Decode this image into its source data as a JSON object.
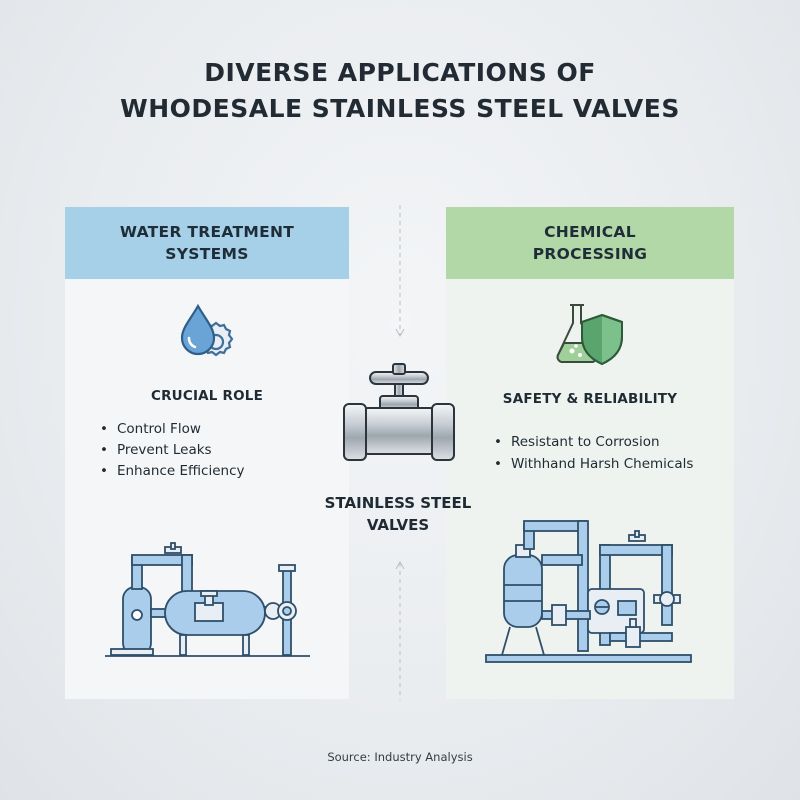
{
  "title": {
    "line1": "DIVERSE APPLICATIONS OF",
    "line2": "WHODESALE STAINLESS STEEL VALVES"
  },
  "left_panel": {
    "heading_line1": "WATER TREATMENT",
    "heading_line2": "SYSTEMS",
    "icon": "water-drop-gear-icon",
    "subheading": "CRUCIAL ROLE",
    "bullets": [
      "Control Flow",
      "Prevent Leaks",
      "Enhance Efficiency"
    ],
    "accent_color": "#a6cfe8"
  },
  "center": {
    "label_line1": "STAINLESS STEEL",
    "label_line2": "VALVES",
    "icon": "valve-icon"
  },
  "right_panel": {
    "heading_line1": "CHEMICAL",
    "heading_line2": "PROCESSING",
    "icon": "flask-shield-icon",
    "subheading": "SAFETY & RELIABILITY",
    "bullets": [
      "Resistant to Corrosion",
      "Withhand Harsh Chemicals"
    ],
    "accent_color": "#b3d8a8"
  },
  "source": "Source: Industry Analysis"
}
